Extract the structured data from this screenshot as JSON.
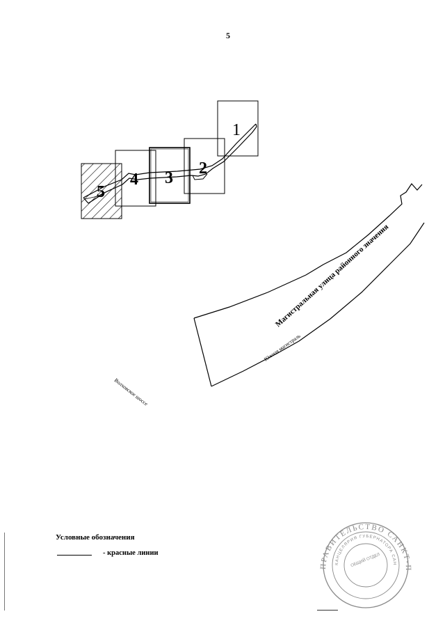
{
  "page": {
    "number": "5"
  },
  "map": {
    "sheets": [
      {
        "label": "1",
        "hatched": false
      },
      {
        "label": "2",
        "hatched": false
      },
      {
        "label": "3",
        "hatched": false
      },
      {
        "label": "4",
        "hatched": false
      },
      {
        "label": "5",
        "hatched": true
      }
    ],
    "roads": {
      "main_street": "Магистральная улица районного значения",
      "south_highway": "Южная магистраль",
      "volkhovskoe": "Волховское шоссе"
    }
  },
  "legend": {
    "title": "Условные обозначения",
    "red_lines": "- красные линии"
  },
  "stamp": {
    "outer_text": "ПРАВИТЕЛЬСТВО САНКТ-ПЕТЕРБУРГА",
    "inner_text": "КАНЦЕЛЯРИЯ ГУБЕРНАТОРА САНКТ-ПЕТЕРБУРГА",
    "center_text": "ОБЩИЙ ОТДЕЛ"
  },
  "colors": {
    "ink": "#000000",
    "stamp": "#8a8a8a",
    "background": "#ffffff"
  }
}
